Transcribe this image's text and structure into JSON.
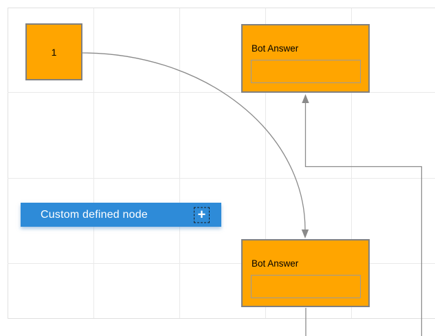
{
  "diagram": {
    "nodes": [
      {
        "id": "node-1",
        "type": "square",
        "label": "1"
      },
      {
        "id": "bot-answer-top",
        "type": "bot-answer",
        "title": "Bot Answer",
        "input_value": ""
      },
      {
        "id": "bot-answer-bottom",
        "type": "bot-answer",
        "title": "Bot Answer",
        "input_value": ""
      },
      {
        "id": "custom-node",
        "type": "custom",
        "label": "Custom defined node",
        "icon": "plus-icon",
        "icon_glyph": "+"
      }
    ],
    "connectors": [
      {
        "id": "curved-connector",
        "from": "node-1",
        "to": "bot-answer-bottom",
        "style": "curved",
        "arrow": "target-down"
      },
      {
        "id": "orthogonal-connector",
        "from": "bot-answer-bottom",
        "to": "bot-answer-top",
        "style": "orthogonal",
        "arrow": "target-up"
      }
    ],
    "colors": {
      "node_orange": "#FFA500",
      "node_border": "#808080",
      "custom_blue": "#2E8BD8",
      "connector_gray": "#8A8A8A",
      "grid_line": "#E9E9E9",
      "page_border": "#DFDFDF",
      "inner_box_border": "#9B9B9B",
      "text_dark": "#000000",
      "text_light": "#FFFFFF"
    }
  }
}
